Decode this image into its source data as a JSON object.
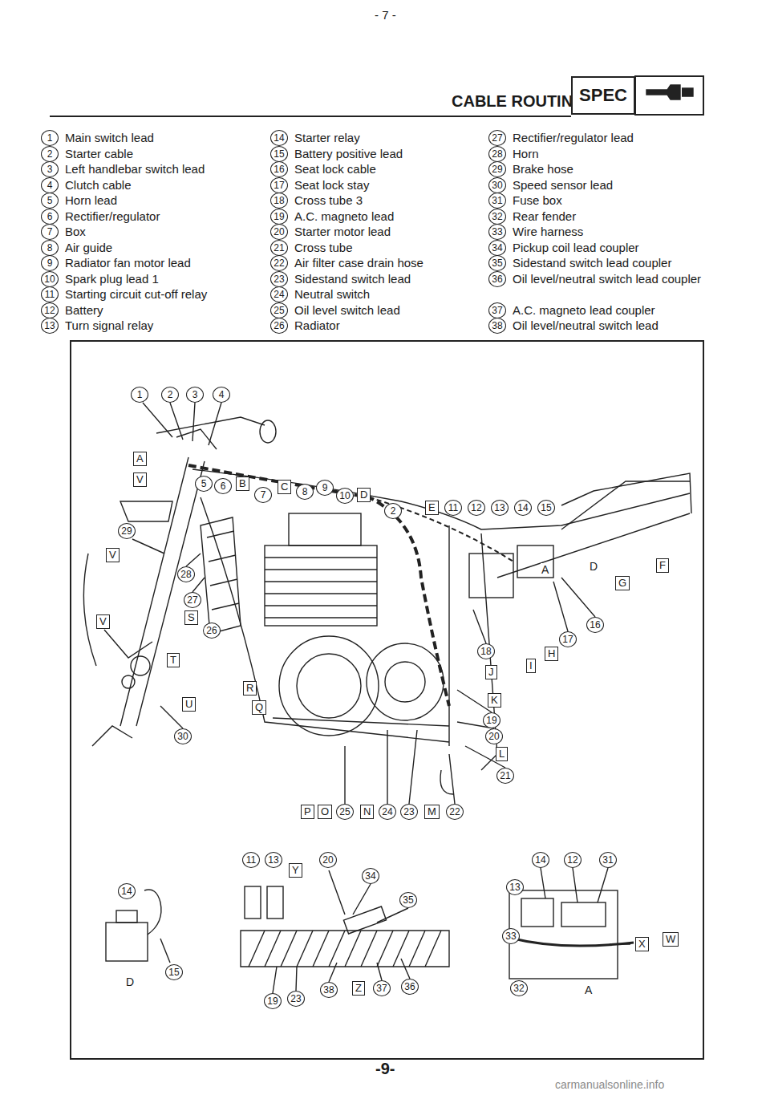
{
  "diagram": {
    "title": "CABLE ROUTING",
    "nodes": [
      {
        "text": [
          "SPEC"
        ]
      }
    ],
    "labels": [
      "- 7 -",
      "1",
      "Main switch lead",
      "2",
      "Starter cable",
      "3",
      "Left handlebar switch lead",
      "4",
      "Clutch cable",
      "5",
      "Horn lead",
      "6",
      "Rectifier/regulator",
      "7",
      "Box",
      "8",
      "Air guide",
      "9",
      "Radiator fan motor lead",
      "10",
      "Spark plug lead 1",
      "11",
      "Starting circuit cut-off relay",
      "12",
      "Battery",
      "13",
      "Turn signal relay",
      "14",
      "Starter relay",
      "15",
      "Battery positive lead",
      "16",
      "Seat lock cable",
      "17",
      "Seat lock stay",
      "18",
      "Cross tube 3",
      "19",
      "A.C. magneto lead",
      "20",
      "Starter motor lead",
      "21",
      "Cross tube",
      "22",
      "Air filter case drain hose",
      "23",
      "Sidestand switch lead",
      "24",
      "Neutral switch",
      "25",
      "Oil level switch lead",
      "26",
      "Radiator",
      "27",
      "Rectifier/regulator lead",
      "28",
      "Horn",
      "29",
      "Brake hose",
      "30",
      "Speed sensor lead",
      "31",
      "Fuse box",
      "32",
      "Rear fender",
      "33",
      "Wire harness",
      "34",
      "Pickup coil lead coupler",
      "35",
      "Sidestand switch lead coupler",
      "36",
      "Oil level/neutral switch lead coupler",
      "37",
      "A.C. magneto lead coupler",
      "38",
      "Oil level/neutral switch lead",
      "1",
      "2",
      "3",
      "4",
      "A",
      "V",
      "5",
      "6",
      "B",
      "7",
      "C",
      "8",
      "9",
      "10",
      "D",
      "2",
      "E",
      "11",
      "12",
      "13",
      "14",
      "15",
      "29",
      "V",
      "28",
      "27",
      "S",
      "26",
      "V",
      "T",
      "U",
      "30",
      "R",
      "Q",
      "A",
      "D",
      "F",
      "G",
      "16",
      "17",
      "H",
      "I",
      "18",
      "J",
      "K",
      "19",
      "20",
      "L",
      "21",
      "P",
      "O",
      "25",
      "N",
      "24",
      "23",
      "M",
      "22",
      "14",
      "15",
      "D",
      "11",
      "13",
      "Y",
      "20",
      "34",
      "35",
      "19",
      "23",
      "38",
      "Z",
      "37",
      "36",
      "14",
      "12",
      "31",
      "13",
      "33",
      "X",
      "W",
      "32",
      "A",
      "-9-",
      "carmanualsonline.info"
    ]
  }
}
